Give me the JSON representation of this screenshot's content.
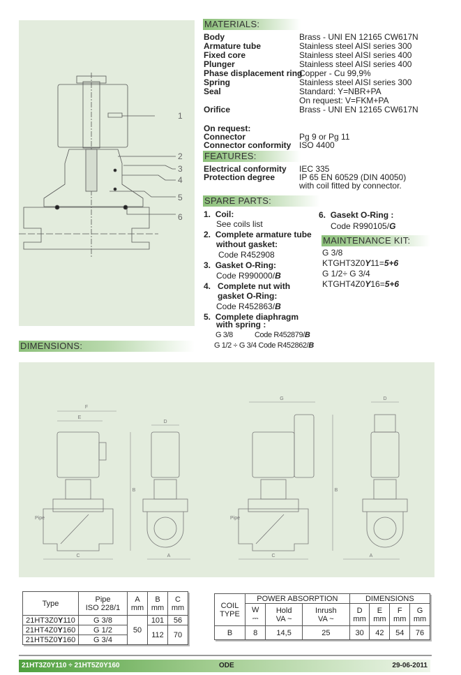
{
  "materials": {
    "title": "MATERIALS:",
    "rows": [
      {
        "label": "Body",
        "value": "Brass - UNI EN 12165 CW617N"
      },
      {
        "label": "Armature tube",
        "value": "Stainless steel AISI series 300"
      },
      {
        "label": "Fixed core",
        "value": "Stainless steel AISI series 400"
      },
      {
        "label": "Plunger",
        "value": "Stainless steel AISI series 400"
      },
      {
        "label": "Phase displacement ring",
        "value": "Copper - Cu 99,9%"
      },
      {
        "label": "Spring",
        "value": "Stainless steel AISI series 300"
      },
      {
        "label": "Seal",
        "value": "Standard:    Y=NBR+PA"
      },
      {
        "label": "",
        "value": "On request: V=FKM+PA"
      },
      {
        "label": "Orifice",
        "value": "Brass - UNI EN 12165 CW617N"
      }
    ],
    "on_request_title": "On request:",
    "on_request": [
      {
        "label": "Connector",
        "value": "Pg 9 or Pg 11"
      },
      {
        "label": "Connector conformity",
        "value": "ISO 4400"
      }
    ]
  },
  "features": {
    "title": "FEATURES:",
    "rows": [
      {
        "label": "Electrical conformity",
        "value": "IEC 335"
      },
      {
        "label": "Protection degree",
        "value": "IP 65 EN 60529 (DIN 40050)"
      },
      {
        "label": "",
        "value": "with coil fitted by connector."
      }
    ]
  },
  "spare_parts": {
    "title": "SPARE PARTS:",
    "items": [
      {
        "num": "1.",
        "title": "Coil:",
        "lines": [
          "See coils list"
        ]
      },
      {
        "num": "2.",
        "title": "Complete armature tube",
        "title2": "without gasket:",
        "lines": [
          "Code R452908"
        ]
      },
      {
        "num": "3.",
        "title": "Gasket O-Ring:",
        "code": "Code R990000/",
        "suffix": "B"
      },
      {
        "num": "4.",
        "title": "Complete nut with",
        "title2": "gasket O-Ring:",
        "code": "Code R452863/",
        "suffix": "B"
      },
      {
        "num": "5.",
        "title": "Complete diaphragm",
        "title2": "with spring :",
        "variants": [
          {
            "size": "G 3/8",
            "code": "Code R452879/",
            "suffix": "B"
          },
          {
            "size": "G 1/2 ÷ G 3/4",
            "code": "Code R452862/",
            "suffix": "B"
          }
        ]
      },
      {
        "num": "6.",
        "title": "Gasekt O-Ring :",
        "code": "Code R990105/",
        "suffix": "G"
      }
    ]
  },
  "maintenance_kit": {
    "title": "MAINTENANCE KIT:",
    "lines": [
      {
        "size": "G 3/8",
        "pre": "KTGHT3Z0",
        "y": "Y",
        "mid": "11=",
        "end": "5+6"
      },
      {
        "size": "G 1/2÷ G 3/4",
        "pre": "KTGHT4Z0",
        "y": "Y",
        "mid": "16=",
        "end": "5+6"
      }
    ]
  },
  "dimensions": {
    "title": "DIMENSIONS:"
  },
  "drawing_labels": {
    "parts": [
      "1",
      "2",
      "3",
      "4",
      "5",
      "6"
    ],
    "dims": {
      "F": "F",
      "E": "E",
      "D": "D",
      "B": "B",
      "C": "C",
      "A": "A",
      "G": "G",
      "pipe": "Pipe"
    }
  },
  "type_table": {
    "headers": {
      "type": "Type",
      "pipe": "Pipe",
      "pipe2": "ISO 228/1",
      "a": "A",
      "b": "B",
      "c": "C",
      "unit": "mm"
    },
    "rows": [
      {
        "pre": "21HT3Z0",
        "y": "Y",
        "post": "110",
        "pipe": "G 3/8",
        "b": "101",
        "c": "56"
      },
      {
        "pre": "21HT4Z0",
        "y": "Y",
        "post": "160",
        "pipe": "G 1/2",
        "b": "112",
        "c": "70"
      },
      {
        "pre": "21HT5Z0",
        "y": "Y",
        "post": "160",
        "pipe": "G 3/4"
      }
    ],
    "a_value": "50"
  },
  "coil_table": {
    "coil_type": "COIL TYPE",
    "power": "POWER ABSORPTION",
    "dimensions": "DIMENSIONS",
    "w": "W",
    "w_sym": "⎓",
    "hold": "Hold",
    "inrush": "Inrush",
    "va": "VA ~",
    "d": "D",
    "e": "E",
    "f": "F",
    "g": "G",
    "unit": "mm",
    "row": {
      "type": "B",
      "w": "8",
      "hold": "14,5",
      "inrush": "25",
      "d": "30",
      "e": "42",
      "f": "54",
      "g": "76"
    }
  },
  "footer": {
    "left": "21HT3Z0Y110 ÷ 21HT5Z0Y160",
    "center": "ODE",
    "right": "29-06-2011"
  },
  "colors": {
    "panel": "#e3ecdd",
    "header_green": "#8cc07a",
    "footer_green": "#4fa03e"
  }
}
